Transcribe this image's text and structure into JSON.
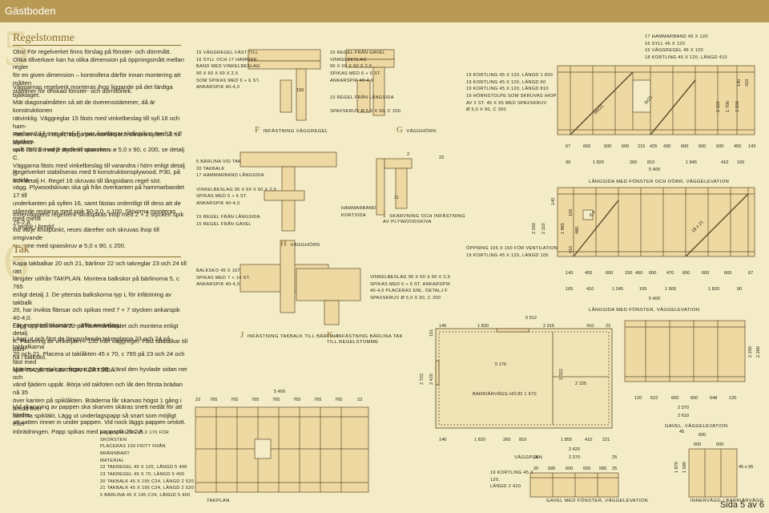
{
  "header": {
    "title": "Gästboden"
  },
  "sections": {
    "s5": {
      "number": "5",
      "title": "Regelstomme"
    },
    "s6": {
      "number": "6",
      "title": "Tak"
    }
  },
  "text": {
    "p1": "Obs! För regelverket finns förslag på fönster- och dörrmått.\nOlika tillverkare kan ha olika dimension på öppningsmått mellan regler\nför en given dimension – kontrollera därför innan montering att måtten\nstämmer för önskad fönster- och dörrstorlek.",
    "p2": "Väggarnas regelverk monteras ihop liggande på det färdiga bjälklaget.\nMät diagonalmåtten så att de överensstämmer, då är konstruktionen\nrätvinklig. Väggreglar 15 fästs med vinkelbeslag till syll 16 och ham-\nmarband 17 som detalj F visar, kortlingar skråspikas med 2 + 2 stycken\nspik 75-2,8 i varje ände till stommen.",
    "p3": "Res en vägg i taget, staga provisoriskt och skruva syllen 16 till bärlinor-\nna 5 och 6 med 2 stycken spaxskruv ø 5,0 x 90, c 200, se detalj C.\nVäggarna fästs med vinkelbeslag till varandra i hörn enligt detalj G\noch detalj H. Regel 16 skruvas till långsidans regel sist.",
    "p4": "Regelverket stabiliseras med 9 konstruktionsplywood, P30, på insida\nvägg. Plywoodskivan ska gå från överkanten på hammarbandet 17 till\nunderkanten på syllen 16, samt fästas ordentligt till dess att de\nstående reglarna med spik 50-2,0, c 100. Skivorna monteras med minst\n2 reglar i bredd.",
    "p5": "Innerväggens regelverk skråspikas ihop med 2 + 2 stycken spik 75-2,8,\nvid varje knutpunkt, reses därefter och skruvas ihop till omgivande\nstomme med spaxskruv ø 5,0 x 90, c 200.",
    "p6": "Kapa takbalkar 20 och 21, bärlinor 22 och takreglar 23 och 24 till rätt\nlängder utifrån TAKPLAN. Montera balkskor på bärlinorna 5, c 765\nenligt detalj J. De yttersta balkskorna typ L för infästning av takbalk\n20, har inviktа flänsar och spikas med 7 + 7 stycken ankarspik 40-4,0.\nLägg upp bärlinorna 22 på hammarbandet och montera enligt detalj\nK. Placering av vinkeljärn – 150 från väggregel. Fäst takbalkar till bärli-\nna i balksko.",
    "p7": "För eventuell skorsten – utför avväxling.",
    "p8": "Lägg ut och fäst de längsgående takreglarna 23 och 24 på takbalkarna\n20 och 21. Placera ut taklåkten 45 x 70, c 765 på 23 och 24 och fäst med\nspik 75-2,8. Se SEKTION KORTSIDA.",
    "p9": "Montera yttertak av råspont 23 x 95. Vänd den hyvlade sidan ner och\nvänd fjädern uppåt. Börja vid takfoten och låt den första brädan nå 35\növer kanten på spiklåkten. Bräderna får skarvas högst 1 gång i bredd över\nsamma spikläkt. Lägg ut underlagspapp så snart som möjligt efter\ninbrädningen. Papp spikas med pappspik 25-2,5.",
    "p10": "Vid skarvning av pappen ska skarven skäras snett nedåt för att hindra\natt vatten rinner in under pappen. Vid nock läggs pappen omlott."
  },
  "callouts": {
    "f_left": "15 Väggregel fäst till\n16 syll och 17 hammar-\nband med vinkelbeslag\n90 x 60 x 60 x 2,5\nsom spikas med 6 + 6 st.\nankarspik 40-4,0",
    "f_right": "15 Regel från gavel\nvinkelbeslag\n90 x 60 x 60 x 2,5\nspikas med 6 + 6 st.\nankarspik 40-4,0",
    "g_right": "15 Regel från långsida\n\nspaxskruv ø 5,0 x 90, c 200",
    "f_caption": "Infästning väggregel",
    "g_caption": "Vägghörn",
    "h_left": "5 Bärlina vid tak\n20 Takbalk\n17 Hammarband långsida\n\nvinkelbeslag 90 x 60 x 60 x 2,5\nspikas med 6 + 6 st.\nankarspik 40-4,0\n\n15 Regel från långsida\n15 Regel från gavel",
    "h_caption": "Vägghörn",
    "i_label": "hammarband\nkortsida",
    "i_caption": "Skarvning och infästning\nav plywoodskiva",
    "j_left": "balksko 45 x 167\nspikas med 7 + 14 st.\nankarspik 40-4,0",
    "j_caption": "Infästning takbalk till bärlina",
    "k_right": "vinkelbeslag 90 x 60 x 60 x 2,5\nspikas med 6 + 6 st. ankarspik\n40-4,0 placeras enl. detalj F\nspaxskruv ø 5,0 x 90, c 200",
    "k_caption": "Infästning bärlina tak\ntill regelstomme",
    "legend_top": "17 Hammarband 45 x 120\n16 Syll 45 x 120\n15 Väggregel 45 x 120\n18 Kortling 45 x 120, längd 410",
    "legend_mid": "19 Kortling 45 x 120, längd 1 820\n19 Kortling 45 x 120, längd 50\n19 Kortling 45 x 120, längd 810\n19 Hörnstolpe som skruvas ihop\nav 2 st. 45 x 95 med spaxskruv\nø 5,0 x 90, c 300",
    "opening": "Öppning 105 x 150 för ventilation\n19 Kortling 45 x 120, längd 105",
    "takplan_legend": "ev. avväxling 45 x 170 för skorsten\nplaceras 100 fritt från brännbart\nmaterial\n22 Takregel 45 x 120, längd 5 400\n23 Takregel 45 x 70, längd 5 400\n20 Takbalk 45 x 195 C24, längd 2 520\n21 Takbalk 45 x 195 C24, längd 2 520\n5 Bärlina 45 x 195 C24, längd 5 400",
    "vaggplan_kort": "19 Kortling 45 x 120,\nlängd 2 420",
    "barriar": "barriärvägg höjd 1 670"
  },
  "captions": {
    "langsida_door": "Långsida med fönster och dörr, väggelevation",
    "langsida_win": "Långsida med fönster, väggelevation",
    "gavel": "Gavel, väggelevation",
    "vaggplan": "Väggplan",
    "takplan": "Takplan",
    "gavel_fonster": "Gavel med fönster, väggelevation",
    "innervagg": "Innervägg / barriärvägg"
  },
  "dims": {
    "elev1_top": [
      "67",
      "665",
      "600",
      "600",
      "215",
      "425",
      "430",
      "600",
      "600",
      "600",
      "455",
      "143"
    ],
    "elev1_mid": [
      "90",
      "1 820",
      "260",
      "810",
      "1 845",
      "410",
      "165"
    ],
    "elev1_total": "5 400",
    "elev1_right": [
      "140",
      "410",
      "1 700",
      "2 110",
      "2 250"
    ],
    "elev2_top": [
      "143",
      "455",
      "600",
      "150",
      "450",
      "600",
      "470",
      "600",
      "600",
      "665",
      "67"
    ],
    "elev2_mid": [
      "165",
      "410",
      "1 245",
      "105",
      "1 565",
      "1 820",
      "90"
    ],
    "elev2_total": "5 400",
    "elev2_left": [
      "140",
      "2 110",
      "1 865",
      "105",
      "480",
      "410",
      "2 250"
    ],
    "vaggplan_top": [
      "146",
      "1 820",
      "2 915",
      "410",
      "22"
    ],
    "vaggplan_total_top": "5 512",
    "vaggplan_mid": [
      "5 176",
      "2 155",
      "2 322"
    ],
    "vaggplan_bottom": [
      "146",
      "1 820",
      "260",
      "810",
      "1 855",
      "410",
      "221"
    ],
    "vaggplan_left": [
      "151",
      "2 420",
      "2 722"
    ],
    "takplan_top": [
      "22",
      "765",
      "765",
      "765",
      "765",
      "765",
      "765",
      "765",
      "22"
    ],
    "takplan_total": "5 400",
    "gavel_top": [
      "45",
      "600"
    ],
    "gavel_row": [
      "120",
      "622",
      "600",
      "600",
      "548",
      "120"
    ],
    "gavel_mid": "2 370",
    "gavel_total": "2 610",
    "gavel_right": [
      "2 250",
      "2 260"
    ],
    "gavelf_row": [
      "25",
      "2 370",
      "25"
    ],
    "gavelf_sub": [
      "25",
      "585",
      "600",
      "600",
      "585",
      "25"
    ],
    "gavelf_total": "2 420",
    "inner": [
      "1 870",
      "1 580",
      "45 x 95",
      "600",
      "600"
    ],
    "f_dim": "150",
    "h_dims": [
      "2",
      "22",
      "11"
    ],
    "diag": [
      "8x21",
      "18x21",
      "8,4",
      "18 x 21",
      "8x21",
      "8,4"
    ]
  },
  "page": {
    "number": "Sida 5 av 6"
  }
}
